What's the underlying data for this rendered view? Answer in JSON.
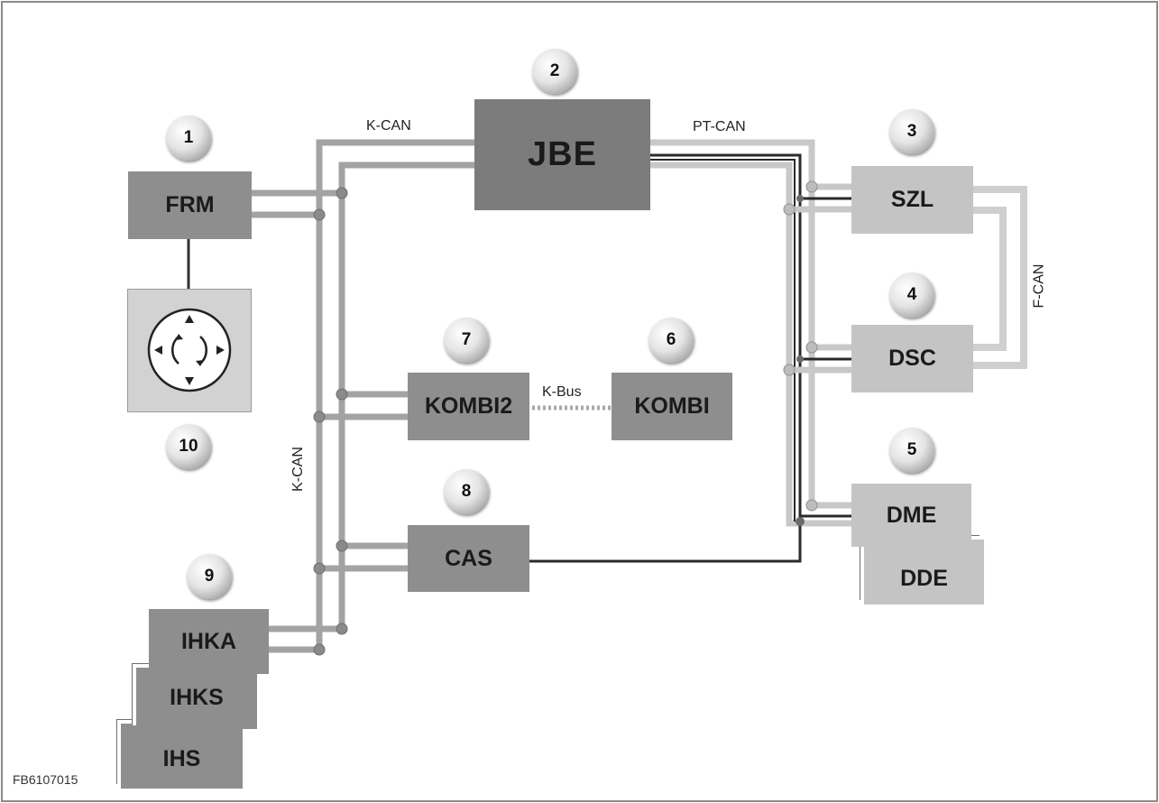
{
  "title": "",
  "figure_id": "FB6107015",
  "modules": {
    "jbe": "JBE",
    "frm": "FRM",
    "szl": "SZL",
    "dsc": "DSC",
    "dme": "DME",
    "dde": "DDE",
    "kombi2": "KOMBI2",
    "kombi": "KOMBI",
    "cas": "CAS",
    "ihka": "IHKA",
    "ihks": "IHKS",
    "ihs": "IHS"
  },
  "numbers": {
    "n1": "1",
    "n2": "2",
    "n3": "3",
    "n4": "4",
    "n5": "5",
    "n6": "6",
    "n7": "7",
    "n8": "8",
    "n9": "9",
    "n10": "10"
  },
  "bus_labels": {
    "kcan_top": "K-CAN",
    "kcan_side": "K-CAN",
    "ptcan": "PT-CAN",
    "fcan": "F-CAN",
    "kbus": "K-Bus"
  },
  "colors": {
    "kcan_wire": "#a3a3a3",
    "ptcan_wire": "#2a2a2a",
    "fcan_wire": "#cfcfcf",
    "module_dark": "#8e8e8e",
    "module_light": "#c4c4c4"
  },
  "icons": {
    "controller": "idrive-controller-icon"
  }
}
